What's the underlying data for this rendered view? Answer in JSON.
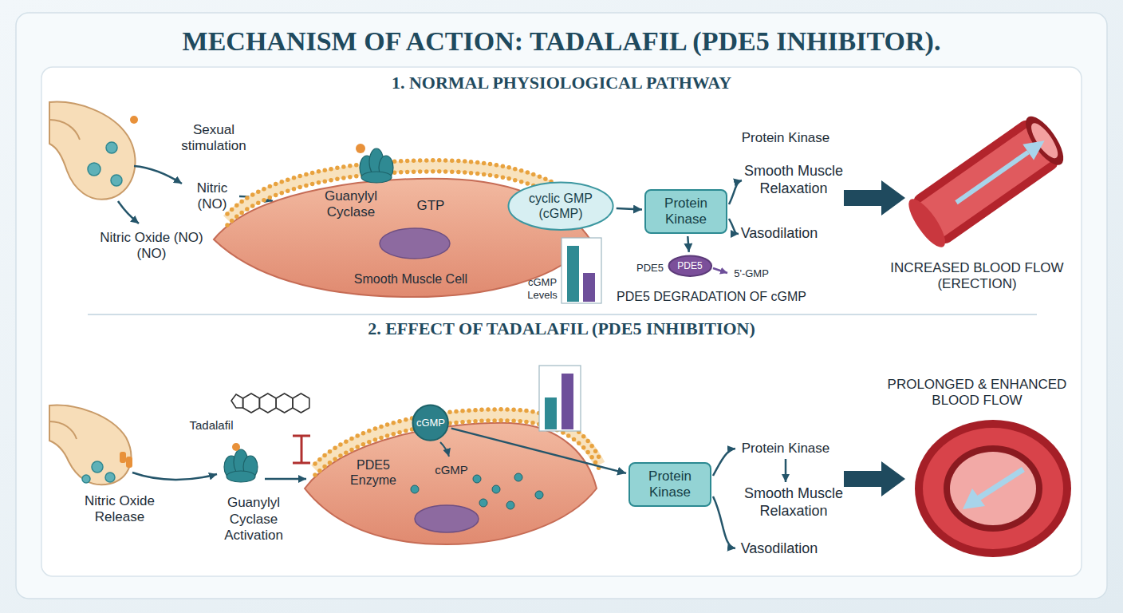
{
  "diagram": {
    "title": "MECHANISM OF ACTION: TADALAFIL (PDE5 INHIBITOR).",
    "nodes": [
      {
        "text": [
          "cyclic GMP (cGMP)"
        ]
      },
      {
        "text": [
          "Protein Kinase"
        ]
      },
      {
        "text": [
          "PDE5"
        ]
      },
      {
        "text": [
          "cGMP"
        ]
      },
      {
        "text": [
          "Protein Kinase"
        ]
      }
    ],
    "edges": [
      {
        "from": 0,
        "to": 1,
        "arrow": "to"
      },
      {
        "from": 1,
        "to": 2,
        "arrow": "to"
      },
      {
        "from": 3,
        "to": 4,
        "arrow": "to"
      }
    ],
    "labels": [
      "1. NORMAL PHYSIOLOGICAL PATHWAY",
      "Sexual stimulation",
      "Nitric (NO)",
      "Nitric Oxide (NO) (NO)",
      "Guanylyl Cyclase",
      "GTP",
      "Protein Kinase",
      "Smooth Muscle Relaxation",
      "Vasodilation",
      "Smooth Muscle Cell",
      "cGMP Levels",
      "PDE5",
      "5'-GMP",
      "PDE5 DEGRADATION OF cGMP",
      "INCREASED BLOOD FLOW (ERECTION)",
      "2. EFFECT OF TADALAFIL (PDE5 INHIBITION)",
      "Tadalafil",
      "Nitric Oxide Release",
      "Guanylyl Cyclase Activation",
      "PDE5 Enzyme",
      "cGMP",
      "Protein Kinase",
      "Smooth Muscle Relaxation",
      "Vasodilation",
      "PROLONGED & ENHANCED BLOOD FLOW"
    ]
  }
}
